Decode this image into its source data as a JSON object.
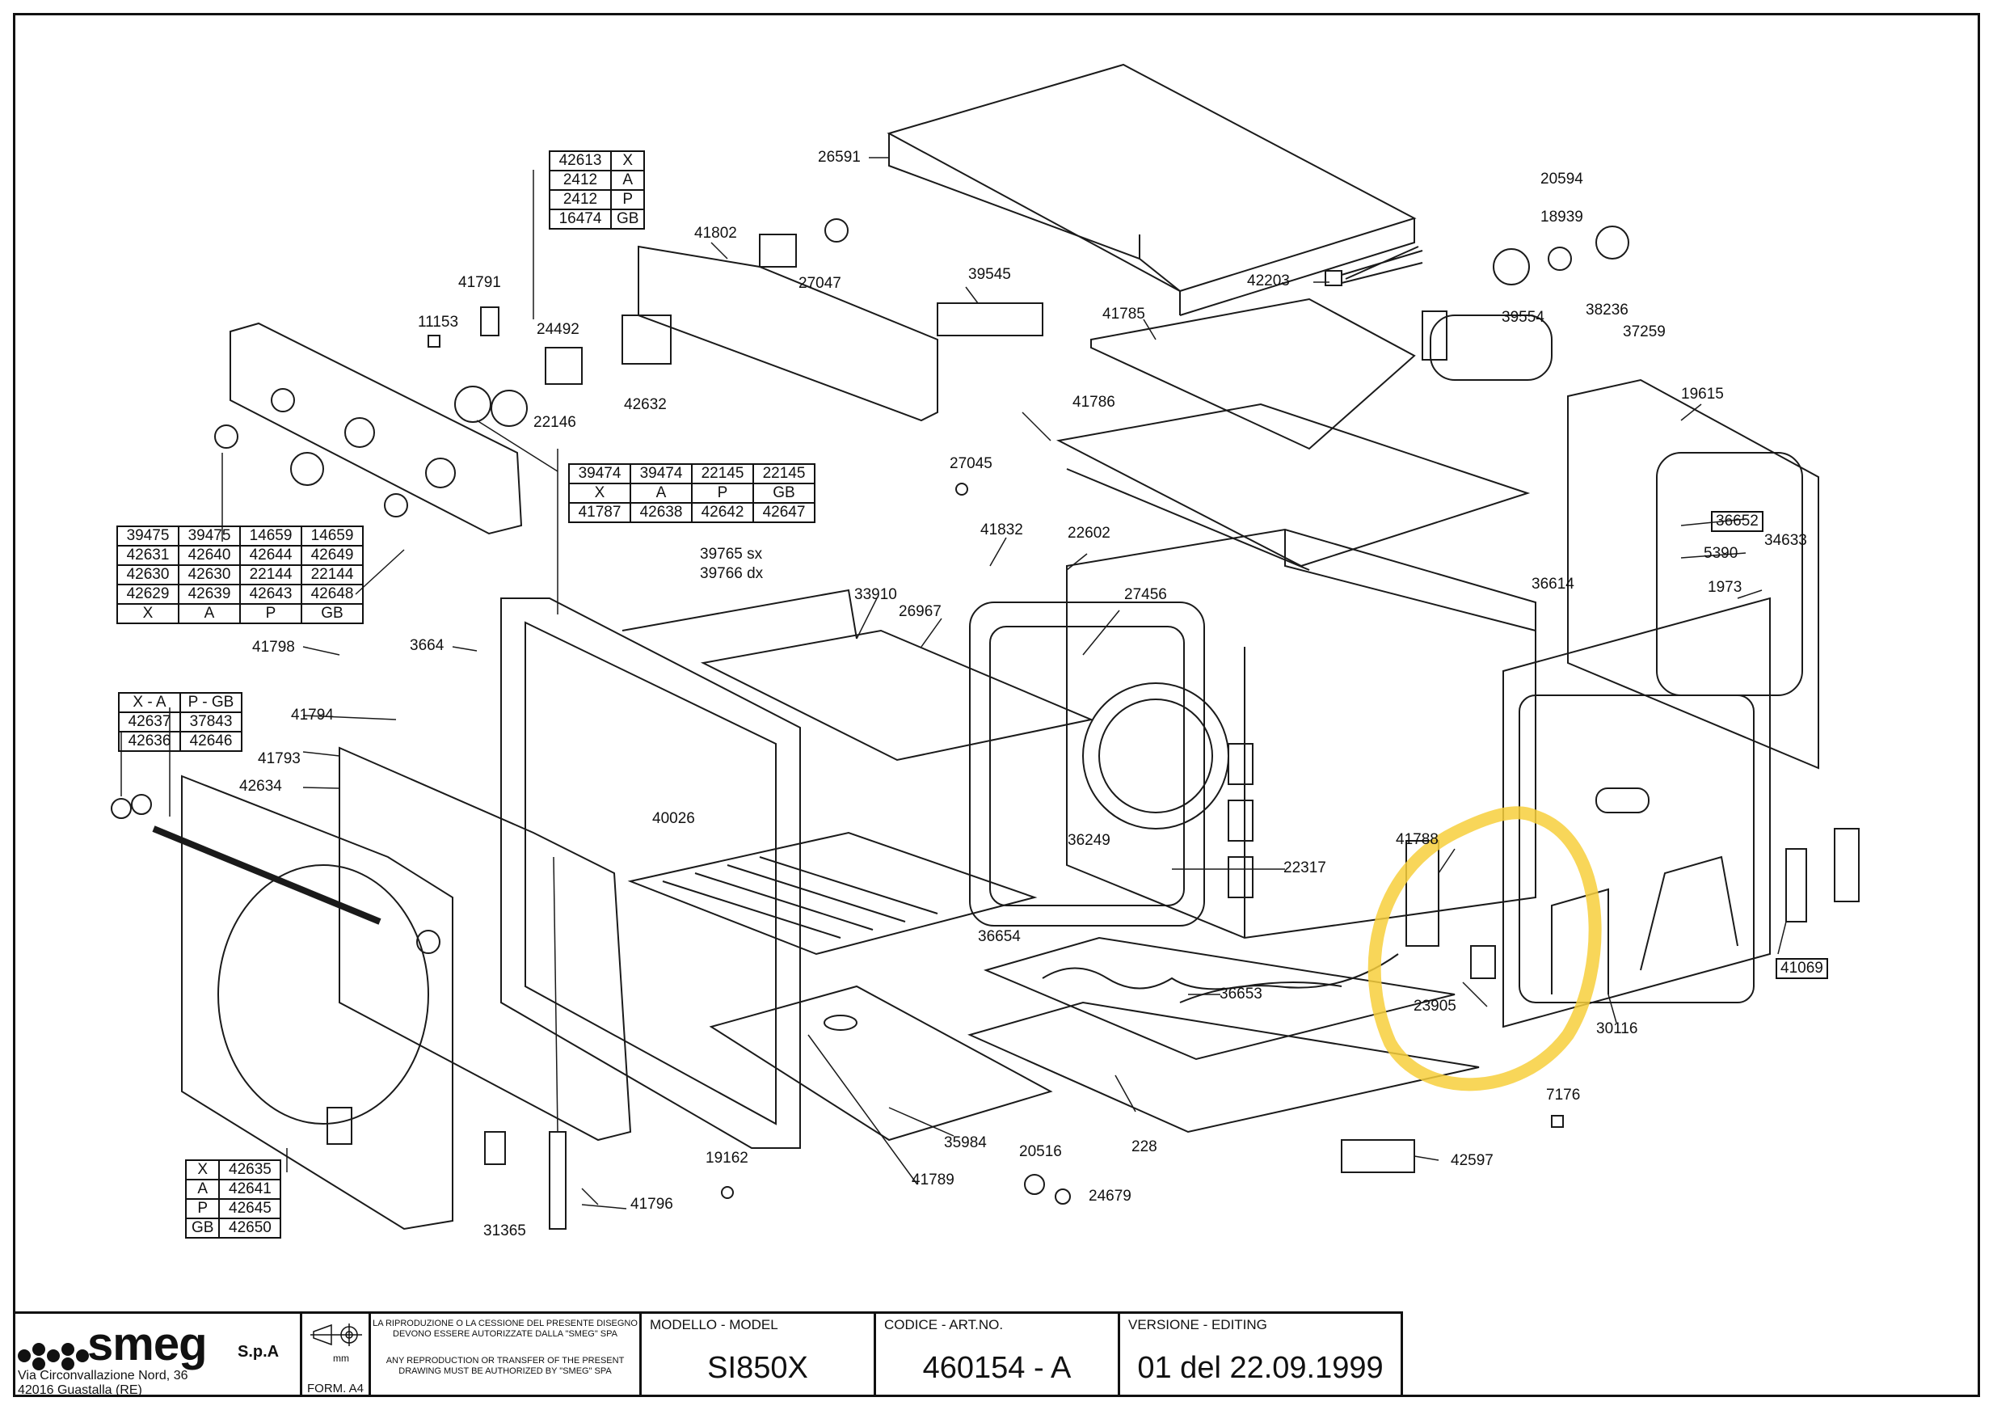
{
  "labels": {
    "p26591": "26591",
    "p42203": "42203",
    "p20594": "20594",
    "p18939": "18939",
    "p41802": "41802",
    "p27047": "27047",
    "p39545": "39545",
    "p41785": "41785",
    "p39554": "39554",
    "p38236": "38236",
    "p37259": "37259",
    "p41791": "41791",
    "p11153": "11153",
    "p24492": "24492",
    "p42632": "42632",
    "p22146": "22146",
    "p41786": "41786",
    "p19615": "19615",
    "p27045": "27045",
    "p41832": "41832",
    "p22602": "22602",
    "p36652": "36652",
    "p5390": "5390",
    "p34633": "34633",
    "p1973": "1973",
    "p36614": "36614",
    "p39765": "39765 sx",
    "p39766": "39766 dx",
    "p33910": "33910",
    "p26967": "26967",
    "p27456": "27456",
    "p3664": "3664",
    "p41798": "41798",
    "p41794": "41794",
    "p41793": "41793",
    "p42634": "42634",
    "p40026": "40026",
    "p36249": "36249",
    "p22317": "22317",
    "p41788": "41788",
    "p36654": "36654",
    "p36653": "36653",
    "p23905": "23905",
    "p30116": "30116",
    "p41069": "41069",
    "p7176": "7176",
    "p42597": "42597",
    "p228": "228",
    "p35984": "35984",
    "p20516": "20516",
    "p24679": "24679",
    "p19162": "19162",
    "p41789": "41789",
    "p41796": "41796",
    "p31365": "31365"
  },
  "table_knobs_top": {
    "rows": [
      [
        "42613",
        "X"
      ],
      [
        "2412",
        "A"
      ],
      [
        "2412",
        "P"
      ],
      [
        "16474",
        "GB"
      ]
    ]
  },
  "table_middle": {
    "rows": [
      [
        "39474",
        "39474",
        "22145",
        "22145"
      ],
      [
        "X",
        "A",
        "P",
        "GB"
      ],
      [
        "41787",
        "42638",
        "42642",
        "42647"
      ]
    ]
  },
  "table_left": {
    "rows": [
      [
        "39475",
        "39475",
        "14659",
        "14659"
      ],
      [
        "42631",
        "42640",
        "42644",
        "42649"
      ],
      [
        "42630",
        "42630",
        "22144",
        "22144"
      ],
      [
        "42629",
        "42639",
        "42643",
        "42648"
      ],
      [
        "X",
        "A",
        "P",
        "GB"
      ]
    ]
  },
  "table_handle": {
    "rows": [
      [
        "X - A",
        "P - GB"
      ],
      [
        "42637",
        "37843"
      ],
      [
        "42636",
        "42646"
      ]
    ]
  },
  "table_door": {
    "rows": [
      [
        "X",
        "42635"
      ],
      [
        "A",
        "42641"
      ],
      [
        "P",
        "42645"
      ],
      [
        "GB",
        "42650"
      ]
    ]
  },
  "title_block": {
    "company": "smeg",
    "company_suffix": "S.p.A",
    "address_line1": "Via Circonvallazione Nord, 36",
    "address_line2": "42016  Guastalla (RE)",
    "unit": "mm",
    "format": "FORM. A4",
    "legal_it": "LA RIPRODUZIONE O LA CESSIONE DEL PRESENTE DISEGNO DEVONO ESSERE AUTORIZZATE DALLA \"SMEG\" SPA",
    "legal_en": "ANY REPRODUCTION OR TRANSFER OF THE PRESENT DRAWING MUST BE AUTHORIZED BY \"SMEG\" SPA",
    "model_header": "MODELLO - MODEL",
    "model_value": "SI850X",
    "code_header": "CODICE - ART.NO.",
    "code_value": "460154 - A",
    "version_header": "VERSIONE - EDITING",
    "version_value": "01 del 22.09.1999"
  },
  "colors": {
    "line": "#1a1a1a",
    "highlight": "#f7cf3c"
  }
}
